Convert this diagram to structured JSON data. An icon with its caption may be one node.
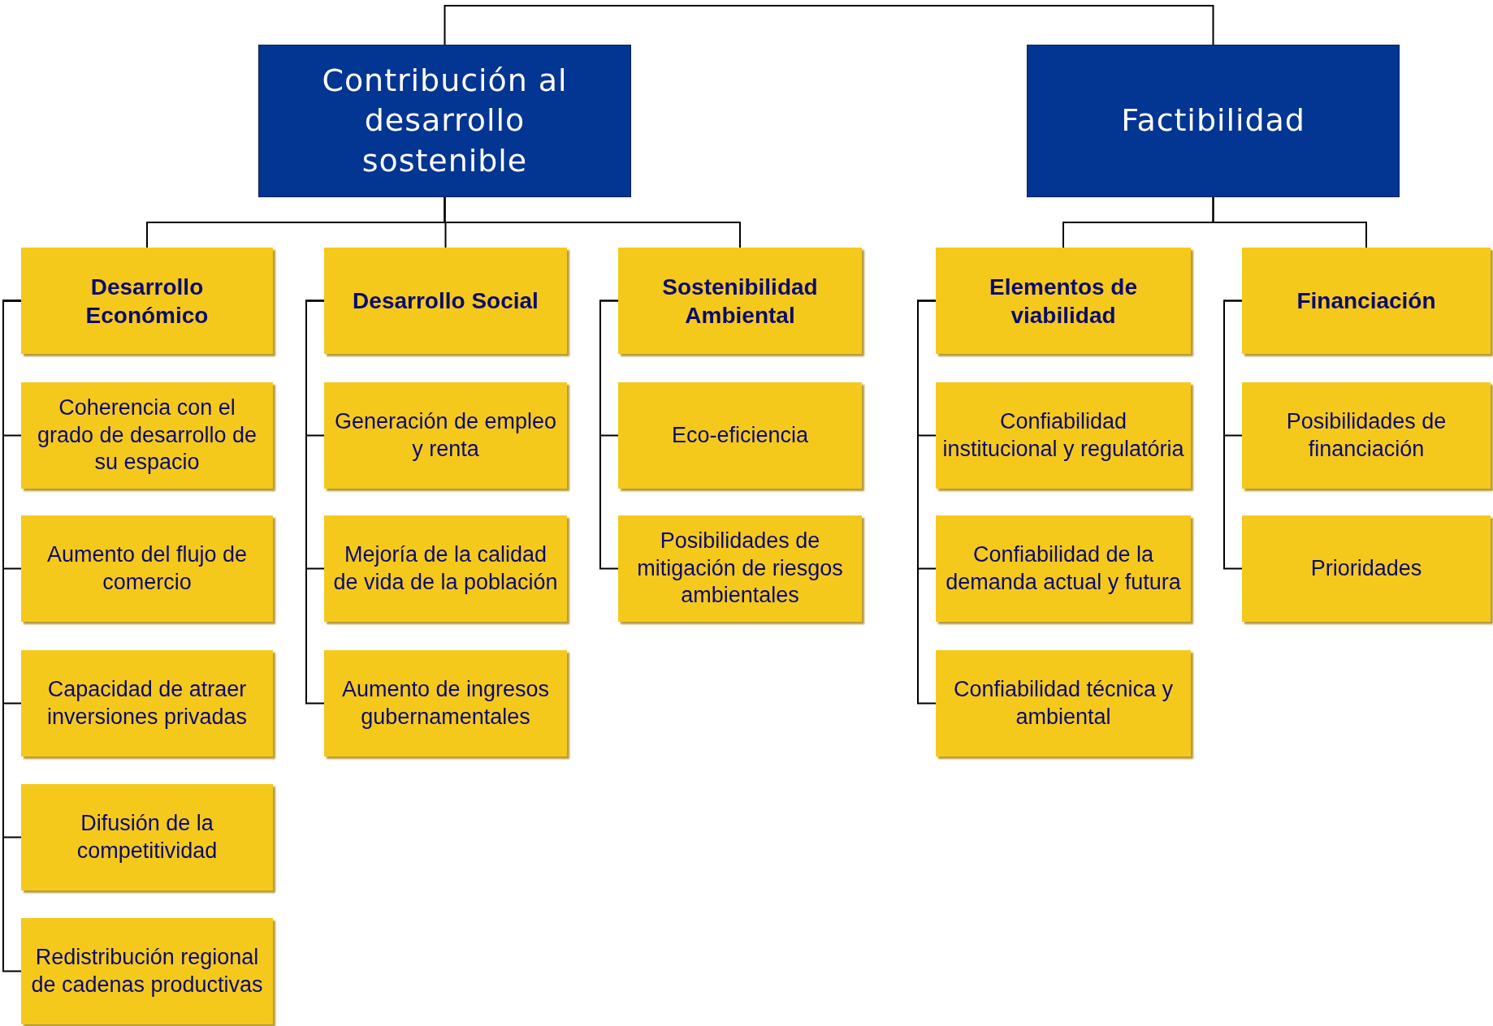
{
  "diagram": {
    "nodes": [
      {
        "text": [
          "Contribución al desarrollo sostenible"
        ]
      },
      {
        "text": [
          "Factibilidad"
        ]
      },
      {
        "text": [
          "Desarrollo Económico"
        ]
      },
      {
        "text": [
          "Desarrollo Social"
        ]
      },
      {
        "text": [
          "Sostenibilidad Ambiental"
        ]
      },
      {
        "text": [
          "Elementos de viabilidad"
        ]
      },
      {
        "text": [
          "Financiación"
        ]
      },
      {
        "text": [
          "Coherencia con el grado de desarrollo de su espacio"
        ]
      },
      {
        "text": [
          "Aumento del flujo de comercio"
        ]
      },
      {
        "text": [
          "Capacidad de atraer inversiones privadas"
        ]
      },
      {
        "text": [
          "Difusión de la competitividad"
        ]
      },
      {
        "text": [
          "Redistribución regional de cadenas productivas"
        ]
      },
      {
        "text": [
          "Generación de empleo y renta"
        ]
      },
      {
        "text": [
          "Mejoría de la calidad de vida de la población"
        ]
      },
      {
        "text": [
          "Aumento de ingresos gubernamentales"
        ]
      },
      {
        "text": [
          "Eco-eficiencia"
        ]
      },
      {
        "text": [
          "Posibilidades de mitigación de riesgos ambientales"
        ]
      },
      {
        "text": [
          "Confiabilidad institucional y regulatória"
        ]
      },
      {
        "text": [
          "Confiabilidad de la demanda actual y futura"
        ]
      },
      {
        "text": [
          "Confiabilidad técnica y ambiental"
        ]
      },
      {
        "text": [
          "Posibilidades de financiación"
        ]
      },
      {
        "text": [
          "Prioridades"
        ]
      }
    ],
    "edges": [
      {
        "from": 0,
        "to": 1,
        "arrow": "none"
      },
      {
        "from": 0,
        "to": 2,
        "arrow": "none"
      },
      {
        "from": 0,
        "to": 3,
        "arrow": "none"
      },
      {
        "from": 0,
        "to": 4,
        "arrow": "none"
      },
      {
        "from": 1,
        "to": 5,
        "arrow": "none"
      },
      {
        "from": 1,
        "to": 6,
        "arrow": "none"
      },
      {
        "from": 2,
        "to": 7,
        "arrow": "none"
      },
      {
        "from": 2,
        "to": 8,
        "arrow": "none"
      },
      {
        "from": 2,
        "to": 9,
        "arrow": "none"
      },
      {
        "from": 2,
        "to": 10,
        "arrow": "none"
      },
      {
        "from": 2,
        "to": 11,
        "arrow": "none"
      },
      {
        "from": 3,
        "to": 12,
        "arrow": "none"
      },
      {
        "from": 3,
        "to": 13,
        "arrow": "none"
      },
      {
        "from": 3,
        "to": 14,
        "arrow": "none"
      },
      {
        "from": 4,
        "to": 15,
        "arrow": "none"
      },
      {
        "from": 4,
        "to": 16,
        "arrow": "none"
      },
      {
        "from": 5,
        "to": 17,
        "arrow": "none"
      },
      {
        "from": 5,
        "to": 18,
        "arrow": "none"
      },
      {
        "from": 5,
        "to": 19,
        "arrow": "none"
      },
      {
        "from": 6,
        "to": 20,
        "arrow": "none"
      },
      {
        "from": 6,
        "to": 21,
        "arrow": "none"
      }
    ]
  }
}
